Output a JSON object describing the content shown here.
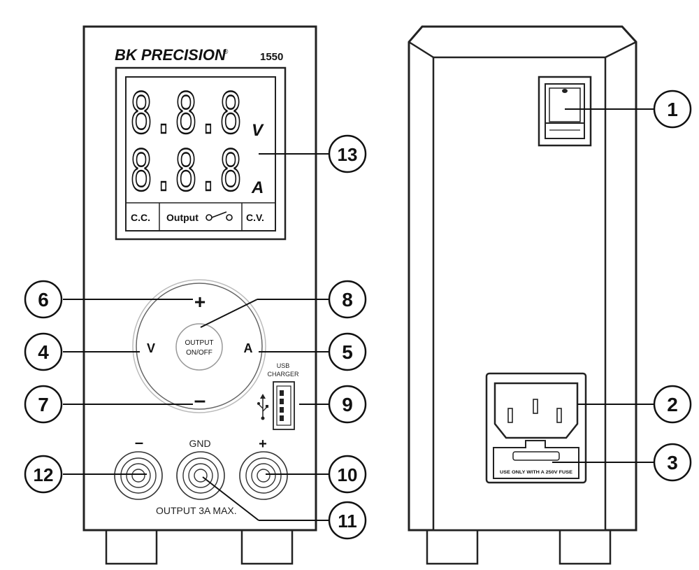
{
  "front_panel": {
    "brand": "BK PRECISION",
    "registered_mark": "®",
    "model": "1550",
    "display": {
      "voltage_digits": "8.8.8",
      "current_digits": "8.8.8",
      "voltage_unit": "V",
      "current_unit": "A",
      "cc_label": "C.C.",
      "output_label": "Output",
      "cv_label": "C.V."
    },
    "dial": {
      "plus": "+",
      "minus": "–",
      "v": "V",
      "a": "A",
      "center_line1": "OUTPUT",
      "center_line2": "ON/OFF"
    },
    "usb": {
      "line1": "USB",
      "line2": "CHARGER",
      "symbol": "⭍"
    },
    "terminals": {
      "neg_label": "–",
      "gnd_label": "GND",
      "pos_label": "+",
      "rating": "OUTPUT 3A MAX."
    }
  },
  "rear_panel": {
    "fuse_text": "USE ONLY WITH A 250V FUSE"
  },
  "callouts": [
    "1",
    "2",
    "3",
    "4",
    "5",
    "6",
    "7",
    "8",
    "9",
    "10",
    "11",
    "12",
    "13"
  ]
}
